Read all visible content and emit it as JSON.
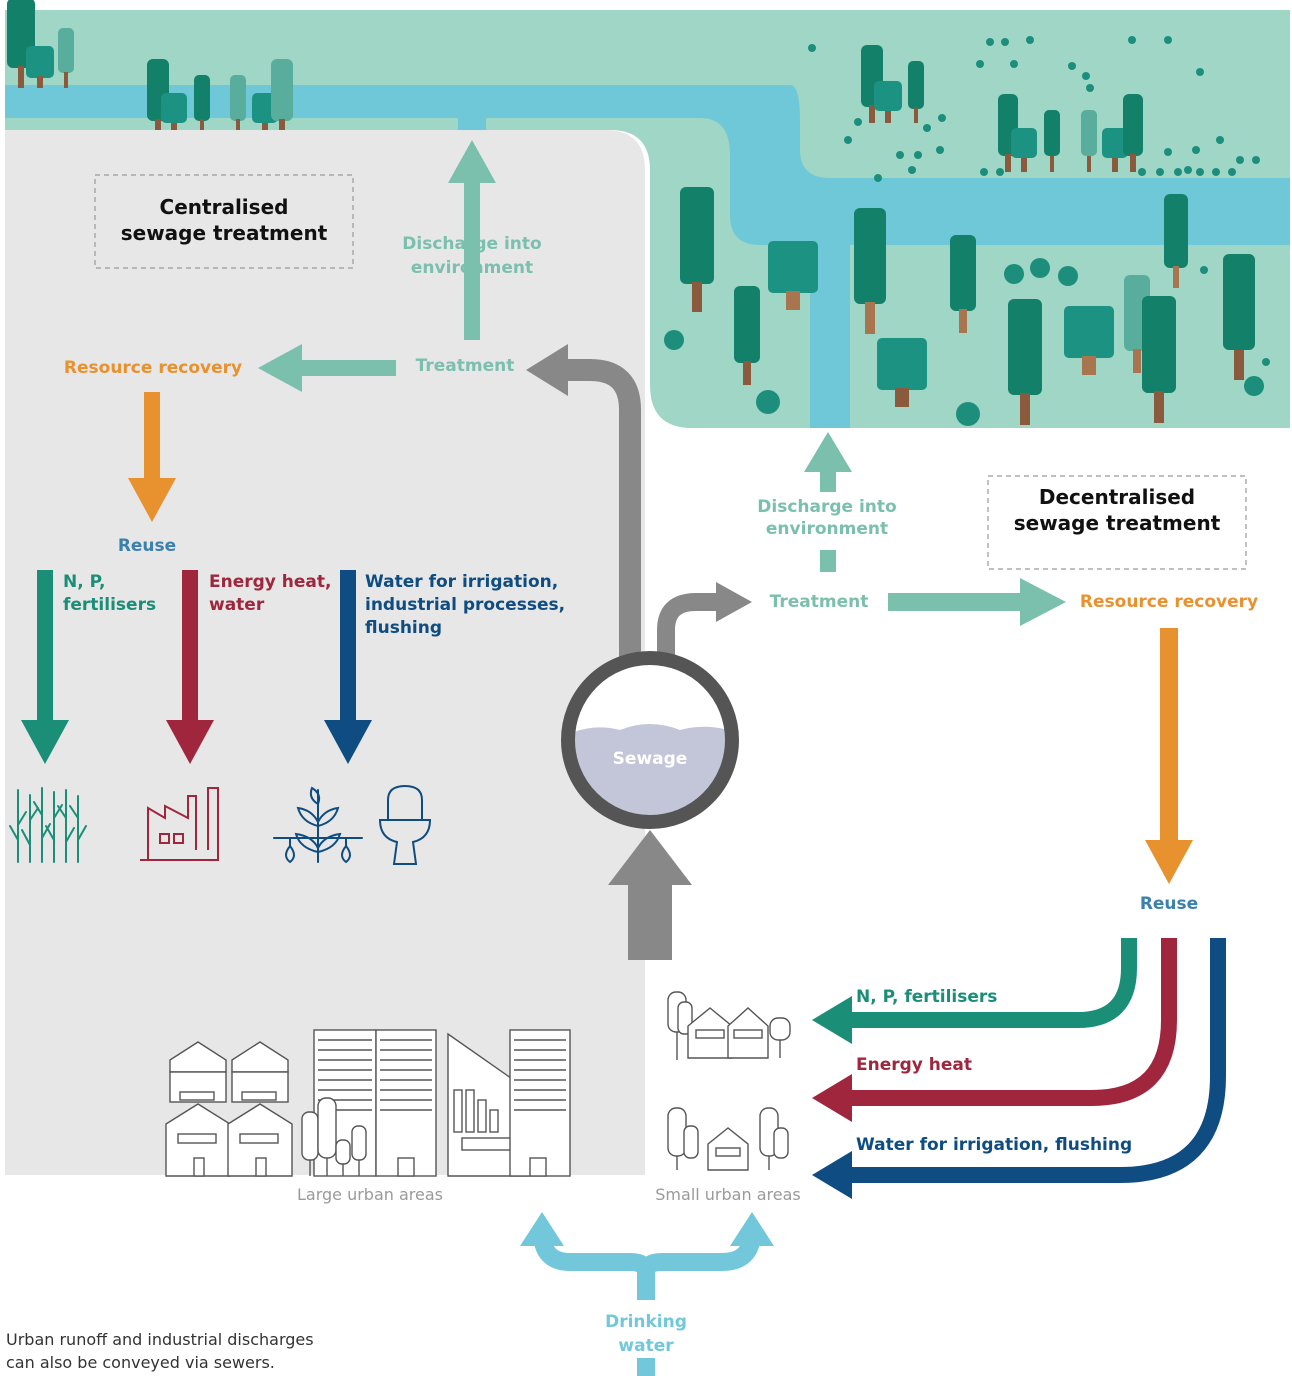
{
  "colors": {
    "landscape": "#9fd6c5",
    "river": "#6fc8d8",
    "treatment_area": "#e7e7e7",
    "treatment_teal": "#7bbfad",
    "resource_orange": "#e8912f",
    "reuse_blue": "#3a81ad",
    "nutrient_green": "#1b8e77",
    "energy_red": "#a0263d",
    "water_navy": "#0f4c81",
    "sewer_grey": "#888888",
    "drinking_water": "#72c8da"
  },
  "centralised": {
    "title_line1": "Centralised",
    "title_line2": "sewage treatment",
    "discharge_line1": "Discharge into",
    "discharge_line2": "environment",
    "treatment": "Treatment",
    "resource_recovery": "Resource recovery",
    "reuse": "Reuse",
    "nutrients_line1": "N, P,",
    "nutrients_line2": "fertilisers",
    "energy_line1": "Energy heat,",
    "energy_line2": "water",
    "water_line1": "Water for irrigation,",
    "water_line2": "industrial processes,",
    "water_line3": "flushing",
    "crops_icon": "crops-icon",
    "factory_icon": "factory-icon",
    "irrigation_icon": "irrigation-plant-icon",
    "toilet_icon": "toilet-icon"
  },
  "sewage_label": "Sewage",
  "decentralised": {
    "title_line1": "Decentralised",
    "title_line2": "sewage treatment",
    "discharge_line1": "Discharge into",
    "discharge_line2": "environment",
    "treatment": "Treatment",
    "resource_recovery": "Resource recovery",
    "reuse": "Reuse",
    "nutrients": "N, P, fertilisers",
    "energy": "Energy heat",
    "water": "Water for irrigation, flushing"
  },
  "large_urban_areas": "Large urban areas",
  "small_urban_areas": "Small urban areas",
  "drinking_water_line1": "Drinking",
  "drinking_water_line2": "water",
  "note_line1": "Urban runoff and industrial discharges",
  "note_line2": "can also be conveyed via sewers."
}
